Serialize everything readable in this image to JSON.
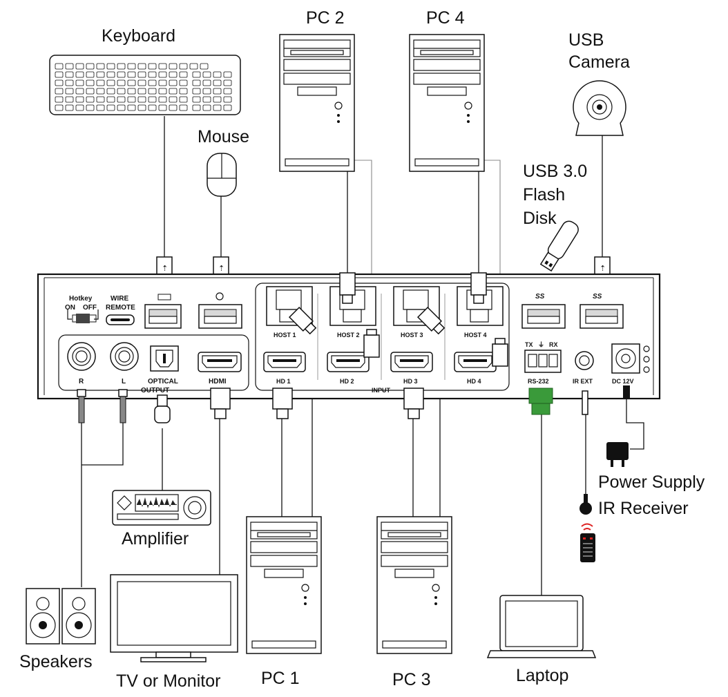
{
  "devices": {
    "keyboard": "Keyboard",
    "mouse": "Mouse",
    "pc2": "PC 2",
    "pc4": "PC 4",
    "usb_camera_line1": "USB",
    "usb_camera_line2": "Camera",
    "flash_line1": "USB 3.0",
    "flash_line2": "Flash",
    "flash_line3": "Disk",
    "amplifier": "Amplifier",
    "speakers": "Speakers",
    "tv": "TV or Monitor",
    "pc1": "PC 1",
    "pc3": "PC 3",
    "laptop": "Laptop",
    "power_supply": "Power Supply",
    "ir_receiver": "IR Receiver"
  },
  "panel": {
    "hotkey": "Hotkey",
    "on": "ON",
    "off": "OFF",
    "wire": "WIRE",
    "remote": "REMOTE",
    "host1": "HOST 1",
    "host2": "HOST 2",
    "host3": "HOST 3",
    "host4": "HOST 4",
    "r": "R",
    "l": "L",
    "optical": "OPTICAL",
    "hdmi": "HDMI",
    "output": "OUTPUT",
    "hd1": "HD 1",
    "hd2": "HD 2",
    "hd3": "HD 3",
    "hd4": "HD 4",
    "input": "INPUT",
    "tx": "TX",
    "rx": "RX",
    "rs232": "RS-232",
    "irext": "IR EXT",
    "dc12v": "DC 12V",
    "ss1": "SS",
    "ss2": "SS"
  }
}
